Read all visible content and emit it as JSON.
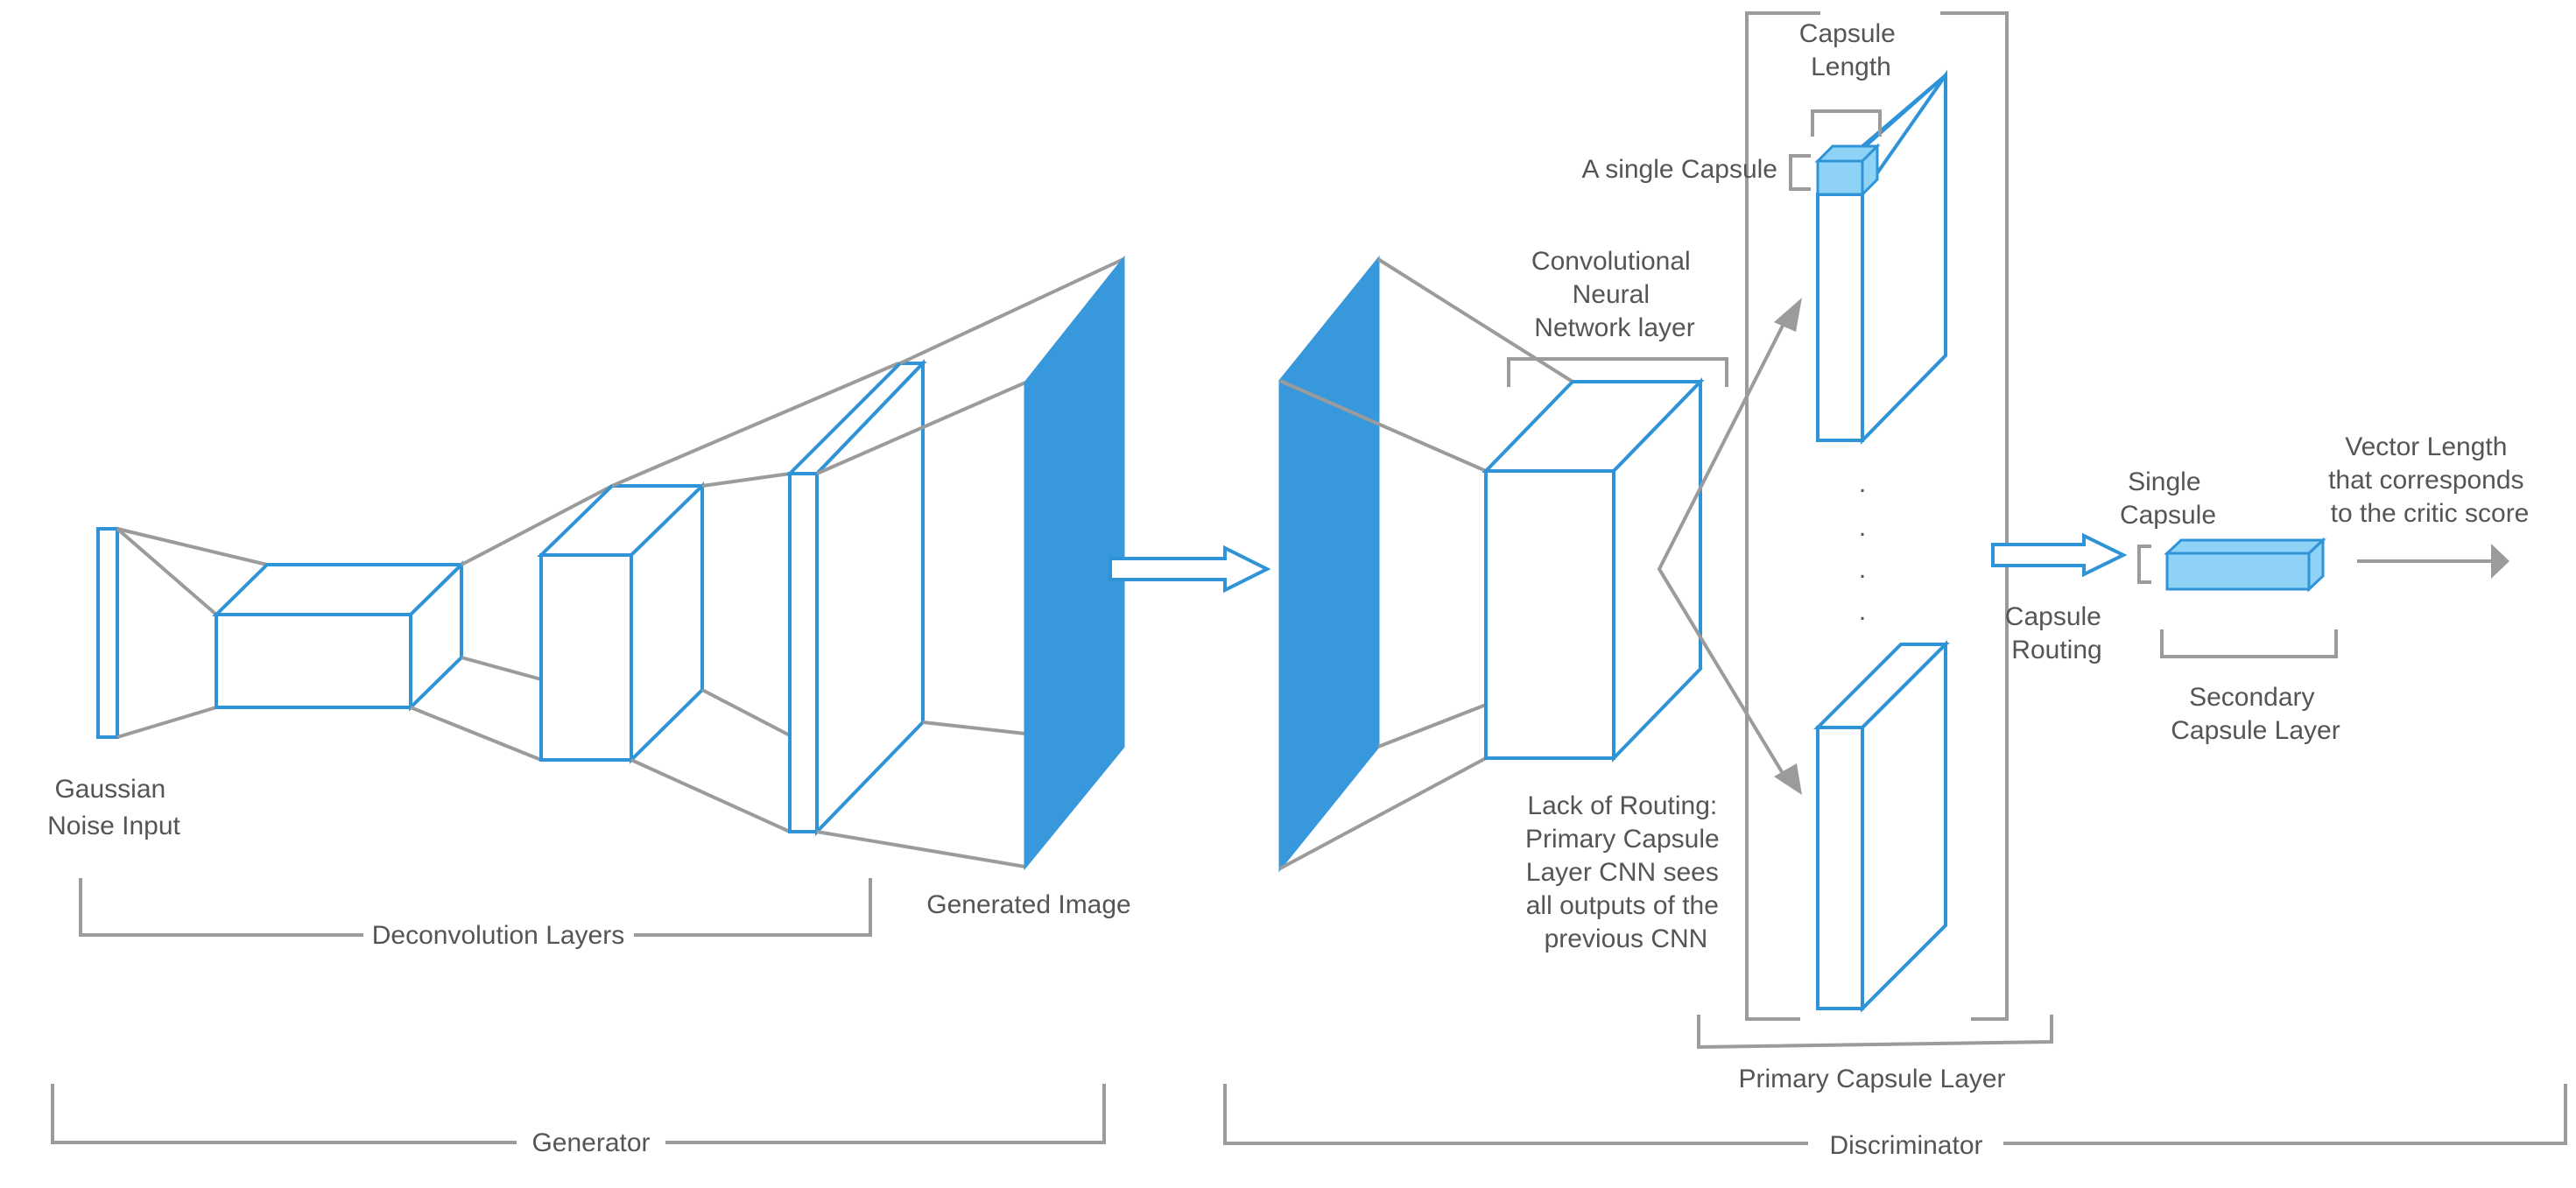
{
  "labels": {
    "gaussian_noise_input": [
      "Gaussian",
      "Noise Input"
    ],
    "deconvolution_layers": "Deconvolution Layers",
    "generated_image": "Generated Image",
    "generator": "Generator",
    "discriminator": "Discriminator",
    "convolutional_layer": [
      "Convolutional",
      "Neural",
      "Network layer"
    ],
    "lack_of_routing": [
      "Lack of Routing:",
      "Primary Capsule",
      "Layer CNN sees",
      "all outputs of the",
      "previous CNN"
    ],
    "capsule_length": [
      "Capsule",
      "Length"
    ],
    "a_single_capsule": "A single Capsule",
    "ellipsis": ".",
    "primary_capsule_layer": "Primary Capsule Layer",
    "capsule_routing": [
      "Capsule",
      "Routing"
    ],
    "single_capsule": [
      "Single",
      "Capsule"
    ],
    "secondary_capsule_layer": [
      "Secondary",
      "Capsule Layer"
    ],
    "vector_length": [
      "Vector Length",
      "that corresponds",
      "to the critic score"
    ]
  },
  "colors": {
    "blue_stroke": "#2f93d8",
    "blue_fill": "#3898dc",
    "light_blue_fill": "#8ed3f6",
    "connector_gray": "#9b9b9b",
    "text": "#555555"
  }
}
